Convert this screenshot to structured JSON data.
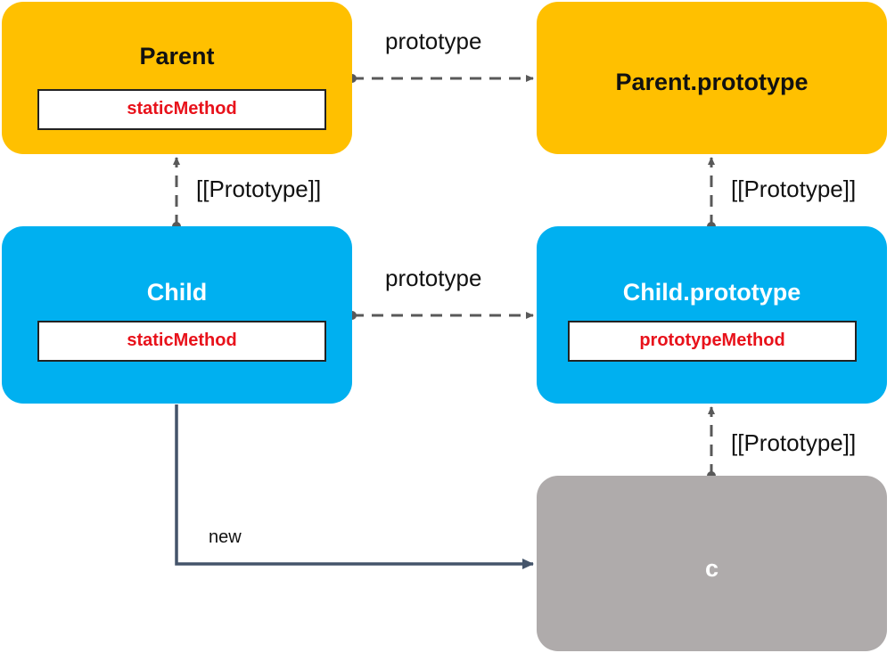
{
  "colors": {
    "parent_fill": "#FFC000",
    "child_fill": "#00B0F0",
    "instance_fill": "#AFABAB",
    "method_text": "#E8121B",
    "dashed_edge": "#595959",
    "solid_edge": "#44546A"
  },
  "nodes": {
    "parent": {
      "title": "Parent",
      "method": "staticMethod"
    },
    "parent_prototype": {
      "title": "Parent.prototype"
    },
    "child": {
      "title": "Child",
      "method": "staticMethod"
    },
    "child_prototype": {
      "title": "Child.prototype",
      "method": "prototypeMethod"
    },
    "instance": {
      "title": "c"
    }
  },
  "edges": {
    "parent_to_prototype": {
      "label": "prototype"
    },
    "child_to_parent": {
      "label": "[[Prototype]]"
    },
    "child_proto_to_parent_proto": {
      "label": "[[Prototype]]"
    },
    "child_to_prototype": {
      "label": "prototype"
    },
    "instance_to_child_proto": {
      "label": "[[Prototype]]"
    },
    "child_new_instance": {
      "label": "new"
    }
  }
}
